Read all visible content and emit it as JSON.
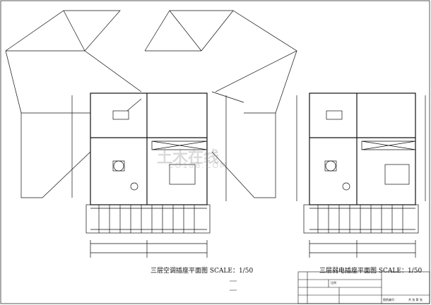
{
  "drawings": [
    {
      "title": "三层空调插座平面图 SCALE：1/50"
    },
    {
      "title": "三层弱电插座平面图 SCALE：1/50"
    }
  ],
  "watermark": {
    "brand": "土木在线",
    "url": "CO188.COM"
  },
  "title_block": {
    "drawing_no_label": "图纸编号：",
    "pages_label": "共 张 第 张",
    "scale_label": "比例"
  },
  "colors": {
    "line": "#111111",
    "paper": "#ffffff",
    "watermark": "#969696"
  }
}
